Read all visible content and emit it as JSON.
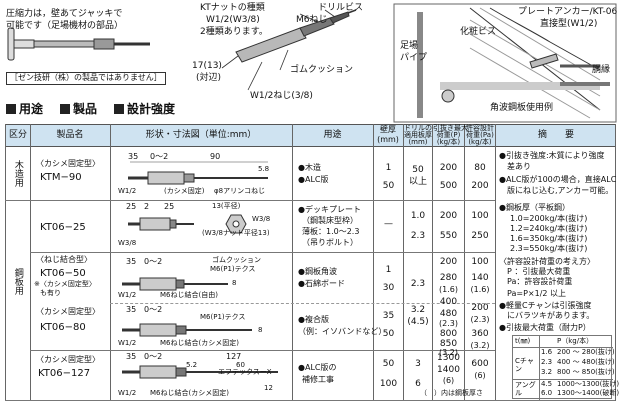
{
  "top": {
    "note_line1": "圧縮力は，壁あてジャッキで",
    "note_line2": "可能です（足場機材の部品）",
    "note_box": "［ゼン技研（株）の製品ではありません］",
    "kt_kind_1": "KTナットの種類",
    "kt_kind_2": "W1/2(W3/8)",
    "kt_kind_3": "2種類あります。",
    "m6": "M6ねじ",
    "drill": "ドリルビス",
    "dim_17": "17(13)",
    "dim_taihen": "(対辺)",
    "gum": "ゴムクッション",
    "w12": "W1/2ねじ(3/8)",
    "plate_anchor_1": "プレートアンカー/KT-06",
    "plate_anchor_2": "直接型(W1/2)",
    "keshou": "化粧ビス",
    "ashiba_1": "足場",
    "ashiba_2": "パイプ",
    "douen": "胴縁",
    "kakunami": "角波鋼板使用例"
  },
  "sections": {
    "usage": "用途",
    "product": "製品",
    "design": "設計強度"
  },
  "header": {
    "kubun": "区分",
    "name": "製品名",
    "shape": "形状・寸法図（単位:mm）",
    "use": "用途",
    "wall_1": "壁厚",
    "wall_2": "(mm)",
    "drill_1": "ドリルの",
    "drill_2": "適用板厚",
    "drill_3": "(mm)",
    "pull_1": "引抜き最大",
    "pull_2": "荷重(P)",
    "pull_3": "(kg/本)",
    "allow_1": "許容設計",
    "allow_2": "荷重(Pa)",
    "allow_3": "(kg/本)",
    "remarks": "摘　　要"
  },
  "cat_wood": "木造用",
  "cat_steel": "鋼板用",
  "rows": [
    {
      "tag": "〈カシメ固定型〉",
      "name": "KTM−90",
      "dims": {
        "a": "35",
        "b": "0〜2",
        "c": "90",
        "d": "5.8",
        "e": "(カシメ固定)",
        "f": "φ8アリンコねじ",
        "g": "W1/2"
      },
      "use_1": "●木造",
      "use_2": "●ALC版",
      "wall_1": "1",
      "wall_2": "50",
      "drill_1": "50",
      "drill_2": "以上",
      "pull_1": "200",
      "pull_2": "500",
      "allow_1": "80",
      "allow_2": "200"
    },
    {
      "tag": "",
      "name": "KT06−25",
      "dims": {
        "a": "25",
        "b": "2",
        "c": "25",
        "d": "13(平径)",
        "e": "W3/8",
        "f": "(W3/8ナット平径13)",
        "g": "W3/8"
      },
      "use_1": "●デッキプレート",
      "use_2": "（鋼製床型枠）",
      "use_3": "薄板：1.0〜2.3",
      "use_4": "（吊りボルト）",
      "wall": "—",
      "drill_1": "1.0",
      "drill_2": "2.3",
      "pull_1": "200",
      "pull_2": "550",
      "allow_1": "100",
      "allow_2": "250"
    },
    {
      "tag": "〈ねじ結合型〉",
      "name": "KT06−50",
      "note_1": "※〈カシメ固定型〉",
      "note_2": "も有り",
      "dims": {
        "a": "35",
        "b": "0〜2",
        "c": "ゴムクッション",
        "d": "M6(P1)テクス",
        "e": "M6ねじ結合(自由)",
        "f": "W1/2",
        "g": "8"
      },
      "use_1": "●鋼板角波",
      "use_2": "●石綿ボード",
      "wall_1": "1",
      "wall_2": "30",
      "pull_1": "200",
      "pull_2": "280",
      "pull_3": "(1.6)",
      "allow_1": "100",
      "allow_2": "140",
      "allow_3": "(1.6)"
    },
    {
      "tag": "〈カシメ固定型〉",
      "name": "KT06−80",
      "dims": {
        "a": "35",
        "b": "0〜2",
        "c": "M6(P1)テクス",
        "d": "8",
        "e": "M6ねじ結合(カシメ固定)",
        "f": "W1/2"
      },
      "use_1": "●複合版",
      "use_2": "（例：イソバンドなど）",
      "wall_1": "35",
      "wall_2": "50",
      "drill_1": "2.3",
      "drill_2": "3.2",
      "drill_3": "(4.5)",
      "pull_1": "400",
      "pull_2": "480",
      "pull_3": "(2.3)",
      "pull_4": "800",
      "pull_5": "850",
      "pull_6": "(3.2)",
      "allow_1": "200",
      "allow_2": "(2.3)",
      "allow_3": "360",
      "allow_4": "(3.2)"
    },
    {
      "tag": "〈カシメ固定型〉",
      "name": "KT06−127",
      "dims": {
        "a": "35",
        "b": "0〜2",
        "c": "127",
        "d": "60",
        "e": "エフテックスーX",
        "f": "M6ねじ結合(カシメ固定)",
        "g": "W1/2",
        "h": "12",
        "i": "5.2"
      },
      "use_1": "●ALC版の",
      "use_2": "補修工事",
      "wall_1": "50",
      "wall_2": "100",
      "drill_1": "3",
      "drill_2": "6",
      "pull_1": "1300",
      "pull_2": "1400",
      "pull_3": "(6)",
      "allow_1": "600",
      "allow_2": "(6)",
      "footnote": "（　）内は鋼板厚さ"
    }
  ],
  "remarks": {
    "wood_1": "●引抜き強度:木質により強度",
    "wood_2": "差あり",
    "wood_3": "●ALC版が100の場合，直接ALC",
    "wood_4": "版にねじ込む,アンカー可能。",
    "steel_title": "●鋼板厚（平板鋼）",
    "steel_1": "1.0=200kg/本(抜け)",
    "steel_2": "1.2=240kg/本(抜け)",
    "steel_3": "1.6=350kg/本(抜け)",
    "steel_4": "2.3=550kg/本(抜け)",
    "calc_1": "〈許容設計荷重の考え方〉",
    "calc_2": "P ：引抜最大荷重",
    "calc_3": "Pa：許容設計荷重",
    "calc_4": "Pa=P×1/2 以上",
    "calc_5": "●軽量Cチャンは引張強度",
    "calc_6": "にバラツキがあります。",
    "max_title": "●引抜最大荷重（耐力P）",
    "tbl_head_t": "t(㎜)",
    "tbl_head_p": "P（kg/本）",
    "tbl_c": "Cチャン",
    "tbl_ang": "アングル",
    "tbl_rows": [
      {
        "t": "1.6",
        "p": "200 〜 280(抜け)"
      },
      {
        "t": "2.3",
        "p": "400 〜 480(抜け)"
      },
      {
        "t": "3.2",
        "p": "800 〜 850(抜け)"
      },
      {
        "t": "4.5",
        "p": "1000〜1300(抜け)"
      },
      {
        "t": "6.0",
        "p": "1300〜1400(破断)"
      }
    ]
  }
}
